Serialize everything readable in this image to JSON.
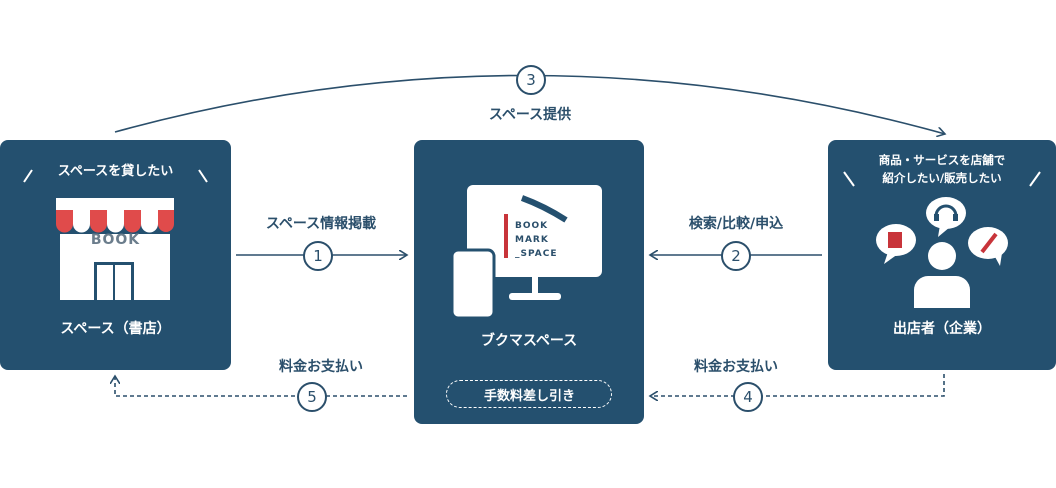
{
  "left_box": {
    "banner": "スペースを貸したい",
    "awning_text": "BOOK",
    "label": "スペース（書店）"
  },
  "center_box": {
    "logo": [
      "BOOK",
      "MARK",
      "_SPACE"
    ],
    "label": "ブクマスペース",
    "pill": "手数料差し引き"
  },
  "right_box": {
    "banner_line1": "商品・サービスを店舗で",
    "banner_line2": "紹介したい/販売したい",
    "label": "出店者（企業）"
  },
  "flows": {
    "top": {
      "number": "3",
      "label": "スペース提供"
    },
    "f1": {
      "number": "1",
      "label": "スペース情報掲載"
    },
    "f2": {
      "number": "2",
      "label": "検索/比較/申込"
    },
    "f4": {
      "number": "4",
      "label": "料金お支払い"
    },
    "f5": {
      "number": "5",
      "label": "料金お支払い"
    }
  },
  "colors": {
    "navy": "#24506f",
    "line": "#2b4f6b",
    "awning_red": "#e04b4b",
    "bookmark_red": "#c8343a"
  }
}
